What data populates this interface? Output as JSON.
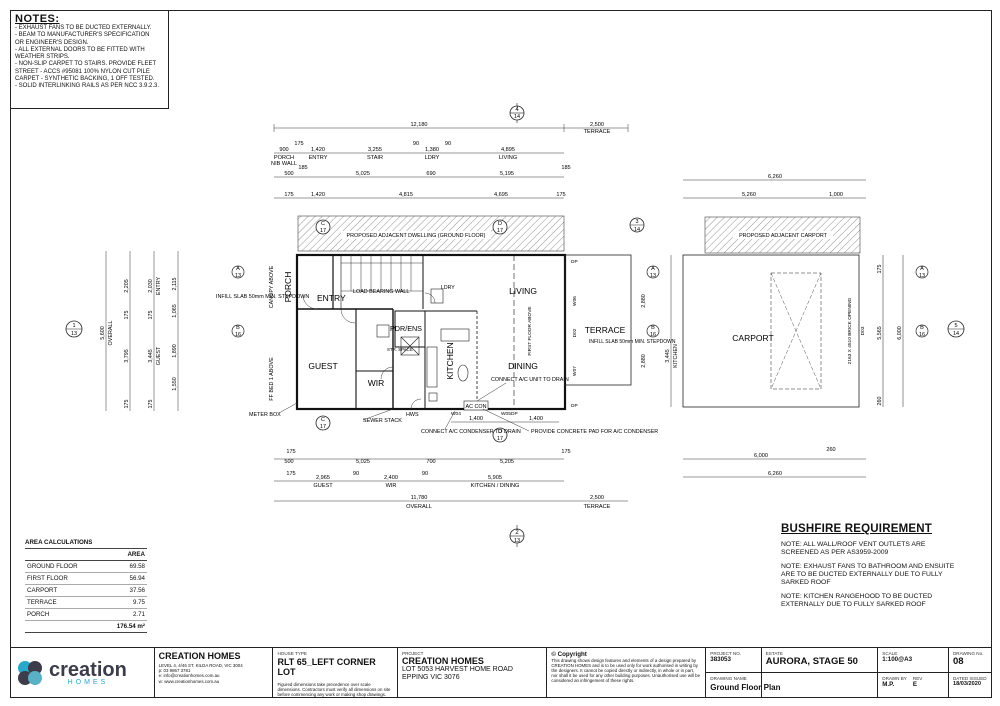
{
  "notes": {
    "title": "NOTES:",
    "items": [
      "- EXHAUST FANS TO BE DUCTED EXTERNALLY.",
      "- BEAM TO MANUFACTURER'S SPECIFICATION",
      "  OR ENGINEER'S DESIGN.",
      "- ALL EXTERNAL DOORS TO BE FITTED WITH",
      "  WEATHER STRIPS.",
      "- NON-SLIP CARPET TO STAIRS. PROVIDE FLEET",
      "  STREET - ACCS #95081 100% NYLON CUT PILE",
      "  CARPET - SYNTHETIC BACKING, 1 OFF TESTED.",
      "- SOLID INTERLINKING RAILS AS PER NCC 3.9.2.3."
    ]
  },
  "plan": {
    "rooms": {
      "porch": "PORCH",
      "entry": "ENTRY",
      "guest": "GUEST",
      "wir": "WIR",
      "kitchen": "KITCHEN",
      "living": "LIVING",
      "dining": "DINING",
      "terrace": "TERRACE",
      "carport": "CARPORT",
      "ldry": "LDRY",
      "pdr_ens": "PDR/ENS",
      "stair_space": "STR. SPACE"
    },
    "labels": {
      "adjacent_dwelling": "PROPOSED ADJACENT DWELLING (GROUND FLOOR)",
      "adjacent_carport": "PROPOSED ADJACENT CARPORT",
      "load_bearing_wall": "LOAD BEARING WALL",
      "canopy_above": "CANOPY ABOVE",
      "infill_slab_left": "INFILL SLAB 50mm MIN. STEPDOWN",
      "infill_slab_terrace": "INFILL SLAB 50mm MIN. STEPDOWN",
      "meter_box": "METER BOX",
      "sewer_stack": "SEWER STACK",
      "hws": "HWS",
      "connect_ac_condenser": "CONNECT A/C CONDENSER TO DRAIN",
      "connect_ac_unit": "CONNECT A/C UNIT TO DRAIN",
      "ac_con": "AC CON",
      "provide_concrete_pad": "PROVIDE CONCRETE PAD FOR A/C CONDENSER",
      "first_floor_above": "FIRST FLOOR ABOVE",
      "brick_opening": "2163 X 4510 BRICK OPENING",
      "ff_bed_above": "FF BED 1 ABOVE",
      "d03": "D03",
      "w06": "W06",
      "w07": "W07",
      "d02": "D02",
      "w04": "W04",
      "w05": "W05",
      "dp1": "DP",
      "dp2": "DP",
      "dp3": "DP"
    },
    "top_dims": {
      "overall": "12,180",
      "terrace": "2,500",
      "terrace_label": "TERRACE",
      "row1": [
        "900",
        "175",
        "1,420",
        "3,255",
        "90",
        "1,380",
        "90",
        "4,895"
      ],
      "row1_labels": [
        "PORCH",
        "ENTRY",
        "STAIR",
        "LDRY",
        "LIVING"
      ],
      "nib_wall": "NIB WALL",
      "row2": [
        "500",
        "185",
        "5,025",
        "690",
        "5,195",
        "185"
      ],
      "row3": [
        "175",
        "1,420",
        "4,815",
        "4,695",
        "175"
      ],
      "carport_overall": "6,260",
      "carport_row": [
        "5,260",
        "1,000"
      ]
    },
    "bottom_dims": {
      "row1": [
        "175",
        "500",
        "5,025",
        "700",
        "5,205",
        "175"
      ],
      "row2": [
        "175",
        "2,965",
        "90",
        "2,400",
        "90",
        "5,905"
      ],
      "row2_labels": [
        "GUEST",
        "WIR",
        "KITCHEN / DINING"
      ],
      "overall": "11,780",
      "overall_label": "OVERALL",
      "terrace": "2,500",
      "terrace_label": "TERRACE",
      "carport": "6,000",
      "carport_overall": "6,260",
      "carport_extra": "260",
      "ac_dims": [
        "1,400",
        "1,400"
      ]
    },
    "left_dims": {
      "overall": "5,600",
      "overall_label": "OVERALL",
      "row": [
        "2,205",
        "175",
        "3,795",
        "175"
      ],
      "row2": [
        "2,030",
        "175",
        "3,445",
        "175"
      ],
      "row2_labels": [
        "ENTRY",
        "GUEST"
      ],
      "row3": [
        "2,115",
        "1,065",
        "1,890",
        "1,550"
      ]
    },
    "right_dims": {
      "kitchen": "3,445",
      "kitchen_label": "KITCHEN",
      "terrace_pair": [
        "2,880",
        "2,880"
      ],
      "carport_a": "5,565",
      "carport_b": "6,000",
      "small": [
        "175",
        "260"
      ]
    },
    "markers": {
      "top_section": "4",
      "top_section_sheet": "14",
      "bottom_section": "2",
      "bottom_section_sheet": "13",
      "left_section": "1",
      "left_section_sheet": "13",
      "right_section": "5",
      "right_section_sheet": "14",
      "terrace_section": "3",
      "terrace_section_sheet": "14",
      "detail_a": "A",
      "detail_b": "B",
      "detail_ref_a": "13",
      "detail_ref_b": "16",
      "detail_c": "C",
      "detail_d": "D",
      "detail_ref_17": "17"
    }
  },
  "area_calculations": {
    "title": "AREA CALCULATIONS",
    "column": "AREA",
    "rows": [
      {
        "label": "GROUND FLOOR",
        "value": "69.58"
      },
      {
        "label": "FIRST FLOOR",
        "value": "56.94"
      },
      {
        "label": "CARPORT",
        "value": "37.56"
      },
      {
        "label": "TERRACE",
        "value": "9.75"
      },
      {
        "label": "PORCH",
        "value": "2.71"
      }
    ],
    "total": "176.54 m²"
  },
  "bushfire": {
    "title": "BUSHFIRE REQUIREMENT",
    "notes": [
      "NOTE: ALL WALL/ROOF VENT OUTLETS ARE SCREENED AS PER AS3959-2009",
      "NOTE: EXHAUST FANS TO BATHROOM AND ENSUITE ARE TO BE DUCTED EXTERNALLY DUE TO FULLY SARKED ROOF",
      "NOTE: KITCHEN RANGEHOOD TO BE DUCTED EXTERNALLY DUE TO FULLY SARKED ROOF"
    ]
  },
  "titleblock": {
    "logo_word": "creation",
    "logo_sub": "HOMES",
    "company_name": "CREATION HOMES",
    "company_lines": [
      "LEVEL 4, 4/46 ST. KILDA ROAD, VIC 3004",
      "p: 03 9867 3781",
      "e: info@creationhomes.com.au",
      "w: www.creationhomes.com.au"
    ],
    "housetype_label": "HOUSE TYPE",
    "housetype": "RLT 65_LEFT CORNER LOT",
    "housetype_fine": "Figured dimensions take precedence over scale dimensions. Contractors must verify all dimensions on site before commencing any work or making shop drawings.",
    "project_label": "PROJECT",
    "project_name": "CREATION HOMES",
    "project_address1": "LOT 5053 HARVEST HOME ROAD",
    "project_address2": "EPPING VIC 3076",
    "copyright_title": "© Copyright",
    "copyright_text": "This drawing shows design features and elements of a design prepared by CREATION HOMES and is to be used only for work authorised in writing by the designers. It cannot be copied directly or indirectly, in whole or in part, nor shall it be used for any other building purposes. Unauthorised use will be considered an infringement of these rights.",
    "project_no_label": "PROJECT NO.",
    "project_no": "383053",
    "estate_label": "ESTATE",
    "estate": "AURORA, STAGE 50",
    "drawing_name_label": "DRAWING NAME",
    "drawing_name": "Ground Floor Plan",
    "scale_label": "SCALE",
    "scale": "1:100@A3",
    "drawing_no_label": "DRAWING No.",
    "drawing_no": "08",
    "drawn_by_label": "DRAWN BY",
    "drawn_by": "M.P.",
    "rev_label": "REV",
    "rev": "E",
    "dated_label": "DATED ISSUED",
    "dated": "18/03/2020"
  }
}
